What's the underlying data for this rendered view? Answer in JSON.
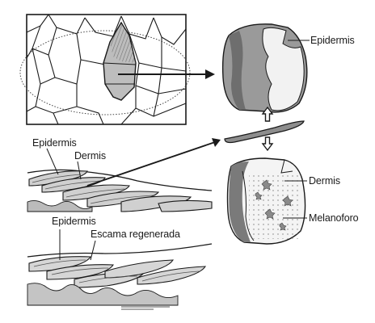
{
  "labels": {
    "epidermis_right": "Epidermis",
    "epidermis_mid": "Epidermis",
    "dermis_mid": "Dermis",
    "epidermis_bottom": "Epidermis",
    "escama_regenerada": "Escama regenerada",
    "dermis_right": "Dermis",
    "melanoforo": "Melanoforo"
  },
  "icons": {
    "exchange_arrows": "double-vertical-arrow-icon",
    "pointer_arrows": "arrow-icon"
  },
  "colors": {
    "line": "#1a1a1a",
    "shade_dark": "#6e6e6e",
    "shade_mid": "#a9a9a9",
    "shade_light": "#d4d4d4",
    "paper": "#ffffff"
  }
}
